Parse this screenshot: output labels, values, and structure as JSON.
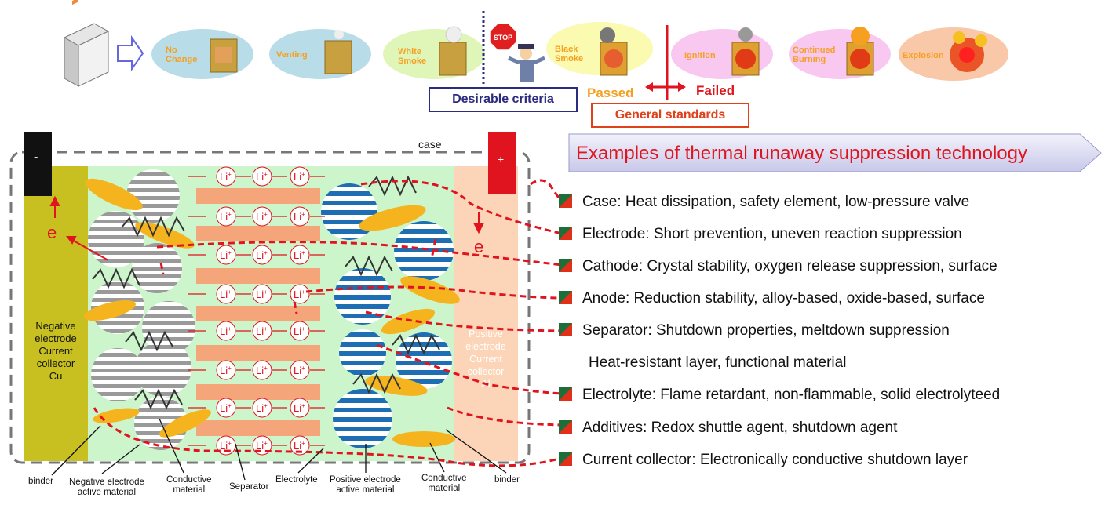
{
  "stages": [
    {
      "label": "No\nChange"
    },
    {
      "label": "Venting"
    },
    {
      "label": "White\nSmoke"
    },
    {
      "label": "Black\nSmoke"
    },
    {
      "label": "Ignition"
    },
    {
      "label": "Continued\nBurning"
    },
    {
      "label": "Explosion"
    }
  ],
  "stop_sign": "STOP",
  "desirable_criteria": "Desirable criteria",
  "passed": "Passed",
  "failed": "Failed",
  "general_standards": "General standards",
  "banner": "Examples of thermal runaway suppression technology",
  "items": [
    "Case: Heat dissipation, safety element, low-pressure valve",
    "Electrode: Short prevention, uneven reaction suppression",
    "Cathode: Crystal stability, oxygen release suppression, surface",
    "Anode: Reduction stability, alloy-based, oxide-based, surface",
    "Separator: Shutdown properties, meltdown suppression",
    "Heat-resistant layer, functional material",
    "Electrolyte: Flame retardant, non-flammable, solid electrolyteed",
    "Additives: Redox shuttle agent, shutdown agent",
    "Current collector: Electronically conductive shutdown layer"
  ],
  "cell": {
    "case_label": "case",
    "minus": "-",
    "plus": "+",
    "electron": "e",
    "li_ion": "Li",
    "li_sup": "+",
    "neg_collector": "Negative\nelectrode\nCurrent\ncollector\nCu",
    "pos_collector": "Positive\nelectrode\nCurrent\ncollector\nAl"
  },
  "bottom_labels": [
    "binder",
    "Negative electrode\nactive material",
    "Conductive\nmaterial",
    "Separator",
    "Electrolyte",
    "Positive electrode\nactive material",
    "Conductive\nmaterial",
    "binder"
  ],
  "colors": {
    "orange": "#f5a020",
    "red": "#e0141e",
    "navy": "#2b2b80",
    "electrolyte": "#ccf5cc",
    "neg_collector": "#c8c020",
    "pos_collector": "#fcd5b8",
    "separator": "#f4a67a",
    "blue_particle": "#1e6eb4"
  }
}
